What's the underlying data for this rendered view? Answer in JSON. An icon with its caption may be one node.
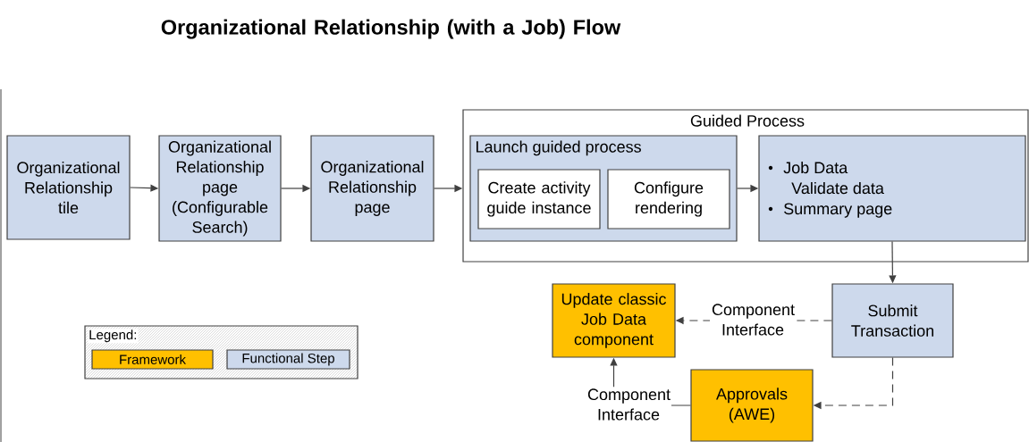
{
  "diagram": {
    "title": "Organizational Relationship (with a Job) Flow",
    "nodes": [
      {
        "text": [
          "Organizational Relationship tile"
        ]
      },
      {
        "text": [
          "Organizational Relationship page (Configurable Search)"
        ]
      },
      {
        "text": [
          "Organizational Relationship page"
        ]
      },
      {
        "text": [
          "Guided Process"
        ]
      },
      {
        "text": [
          "Launch guided process"
        ],
        "in": 3
      },
      {
        "text": [
          "Create activity guide instance"
        ],
        "in": 4
      },
      {
        "text": [
          "Configure rendering"
        ],
        "in": 4
      },
      {
        "text": [
          "Job Data",
          "Validate data",
          "Summary page"
        ],
        "in": 3
      },
      {
        "text": [
          "Submit Transaction"
        ]
      },
      {
        "text": [
          "Update classic Job Data component"
        ]
      },
      {
        "text": [
          "Approvals (AWE)"
        ]
      }
    ],
    "edges": [
      {
        "from": 0,
        "to": 1,
        "arrow": "to"
      },
      {
        "from": 1,
        "to": 2,
        "arrow": "to"
      },
      {
        "from": 2,
        "to": 3,
        "arrow": "to"
      },
      {
        "from": 4,
        "to": 7,
        "arrow": "to"
      },
      {
        "from": 7,
        "to": 8,
        "arrow": "to"
      },
      {
        "from": 8,
        "to": 9,
        "arrow": "to",
        "label": "Component Interface",
        "style": "dashed"
      },
      {
        "from": 8,
        "to": 10,
        "arrow": "to",
        "style": "dashed"
      },
      {
        "from": 10,
        "to": 9,
        "arrow": "to",
        "label": "Component Interface"
      }
    ],
    "labels": [
      "Legend:"
    ],
    "legend": [
      {
        "text": "Framework",
        "color": "#ffc000"
      },
      {
        "text": "Functional Step",
        "color": "#cdd9ec"
      }
    ]
  }
}
